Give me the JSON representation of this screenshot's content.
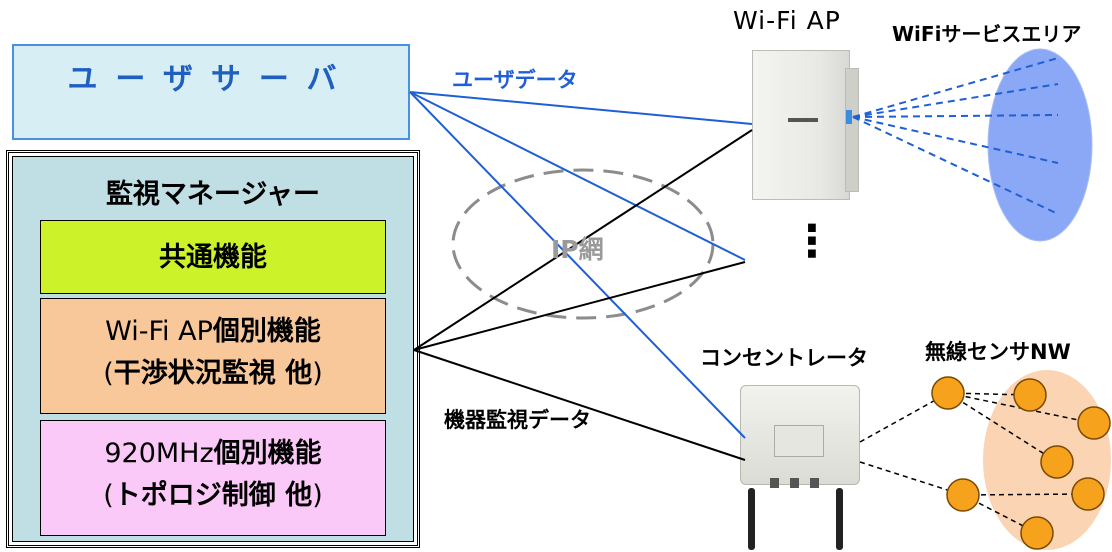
{
  "user_server": {
    "label": "ユーザサーバ"
  },
  "monitor_manager": {
    "title": "監視マネージャー",
    "common": "共通機能",
    "wifi_line1_a": "Wi-Fi AP",
    "wifi_line1_b": "個別機能",
    "wifi_line2_a": "(",
    "wifi_line2_b": "干渉状況監視 他",
    "wifi_line2_c": ")",
    "s920_line1_a": "920MHz",
    "s920_line1_b": "個別機能",
    "s920_line2_a": "(",
    "s920_line2_b": "トポロジ制御 他",
    "s920_line2_c": ")"
  },
  "labels": {
    "wifi_ap": "Wi-Fi AP",
    "wifi_area": "WiFiサービスエリア",
    "user_data": "ユーザデータ",
    "ip_network": "IP網",
    "concentrator": "コンセントレータ",
    "sensor_nw": "無線センサNW",
    "monitor_data": "機器監視データ",
    "ellipsis": "⋮"
  },
  "colors": {
    "blue_line": "#1f5fd6",
    "server_fill": "#d7eef4",
    "manager_fill": "#c0dfe4",
    "common_fill": "#ccf229",
    "wifi_fill": "#f8c79a",
    "s920_fill": "#fbc9f7",
    "wifi_area_fill": "#8aa8f5",
    "sensor_area_fill": "#fbd4b3",
    "sensor_node_fill": "#f7a21c"
  }
}
